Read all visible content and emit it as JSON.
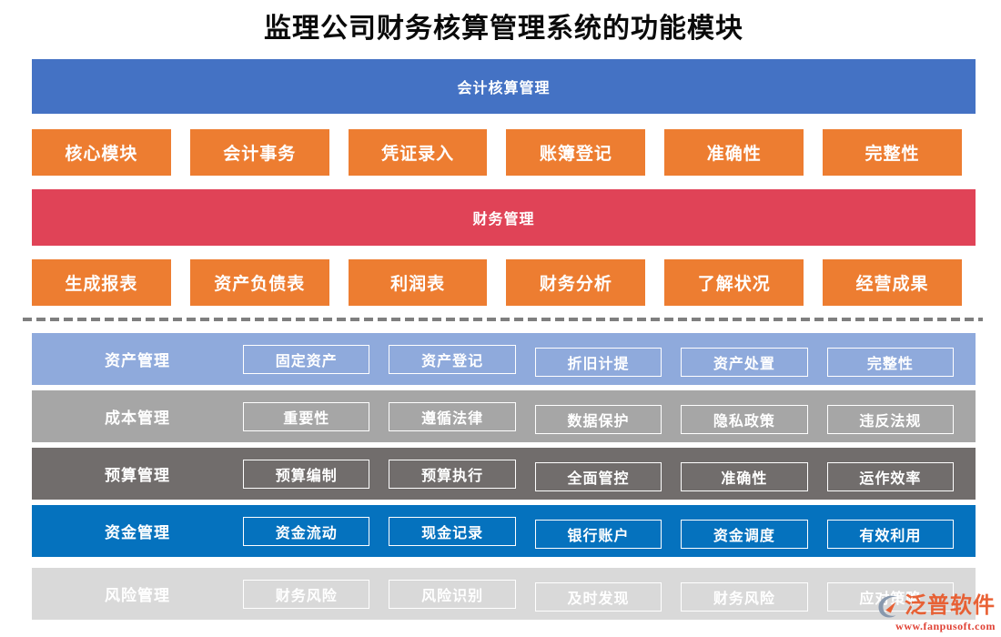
{
  "title": "监理公司财务核算管理系统的功能模块",
  "colors": {
    "banner_blue": "#4472C4",
    "banner_red": "#E04357",
    "orange": "#ED7D31",
    "dash": "#7F7F7F",
    "row_asset": "#8FAADC",
    "row_cost": "#A6A6A6",
    "row_budget": "#716D6C",
    "row_fund": "#0572BE",
    "row_risk": "#D9D9D9",
    "brand_orange": "#E85A2C",
    "brand_red": "#DF382B"
  },
  "sections": [
    {
      "banner": "会计核算管理",
      "buttons": [
        "核心模块",
        "会计事务",
        "凭证录入",
        "账簿登记",
        "准确性",
        "完整性"
      ]
    },
    {
      "banner": "财务管理",
      "buttons": [
        "生成报表",
        "资产负债表",
        "利润表",
        "财务分析",
        "了解状况",
        "经营成果"
      ]
    }
  ],
  "management_rows": [
    {
      "label": "资产管理",
      "color": "#8FAADC",
      "buttons": [
        "固定资产",
        "资产登记",
        "折旧计提",
        "资产处置",
        "完整性"
      ]
    },
    {
      "label": "成本管理",
      "color": "#A6A6A6",
      "buttons": [
        "重要性",
        "遵循法律",
        "数据保护",
        "隐私政策",
        "违反法规"
      ]
    },
    {
      "label": "预算管理",
      "color": "#716D6C",
      "buttons": [
        "预算编制",
        "预算执行",
        "全面管控",
        "准确性",
        "运作效率"
      ]
    },
    {
      "label": "资金管理",
      "color": "#0572BE",
      "buttons": [
        "资金流动",
        "现金记录",
        "银行账户",
        "资金调度",
        "有效利用"
      ]
    },
    {
      "label": "风险管理",
      "color": "#D9D9D9",
      "buttons": [
        "财务风险",
        "风险识别",
        "及时发现",
        "财务风险",
        "应对策略"
      ]
    }
  ],
  "watermark": {
    "brand": "泛普软件",
    "url": "www.fanpusoft.com"
  }
}
